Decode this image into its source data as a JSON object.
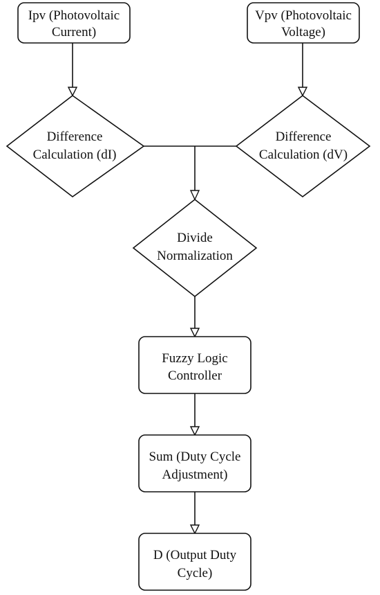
{
  "nodes": {
    "ipv": {
      "line1": "Ipv (Photovoltaic",
      "line2": "Current)"
    },
    "vpv": {
      "line1": "Vpv (Photovoltaic",
      "line2": "Voltage)"
    },
    "diff_di": {
      "line1": "Difference",
      "line2": "Calculation (dI)"
    },
    "diff_dv": {
      "line1": "Difference",
      "line2": "Calculation (dV)"
    },
    "divide": {
      "line1": "Divide",
      "line2": "Normalization"
    },
    "flc": {
      "line1": "Fuzzy Logic",
      "line2": "Controller"
    },
    "sum": {
      "line1": "Sum (Duty Cycle",
      "line2": "Adjustment)"
    },
    "output": {
      "line1": "D (Output Duty",
      "line2": "Cycle)"
    }
  }
}
